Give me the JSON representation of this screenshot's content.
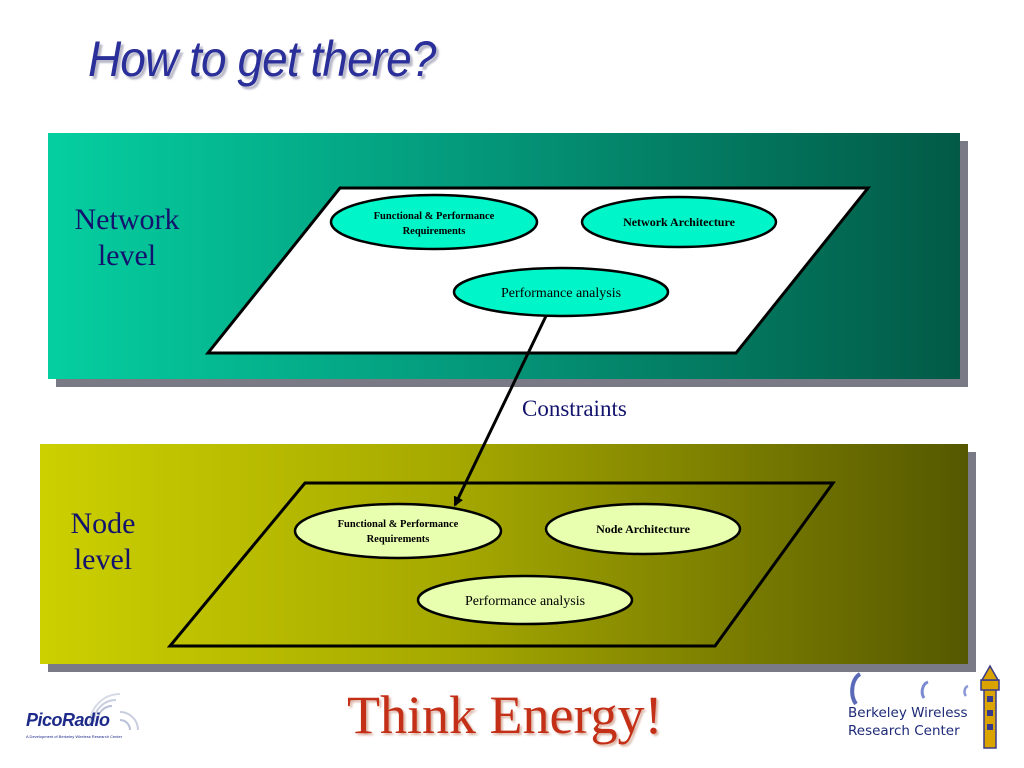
{
  "slide": {
    "title": "How to get there?",
    "footer": "Think Energy!"
  },
  "network": {
    "label_line1": "Network",
    "label_line2": "level",
    "node_functional_line1": "Functional & Performance",
    "node_functional_line2": "Requirements",
    "node_architecture": "Network Architecture",
    "node_performance": "Performance analysis"
  },
  "edge": {
    "label": "Constraints"
  },
  "node_level": {
    "label_line1": "Node",
    "label_line2": "level",
    "node_functional_line1": "Functional & Performance",
    "node_functional_line2": "Requirements",
    "node_architecture": "Node Architecture",
    "node_performance": "Performance analysis"
  },
  "logos": {
    "picoradio_name": "PicoRadio",
    "picoradio_tagline": "A Development of Berkeley Wireless Research Center",
    "bwrc_line1": "Berkeley Wireless",
    "bwrc_line2": "Research Center"
  },
  "colors": {
    "title": "#2b2f9a",
    "network_ellipse": "#00f5c8",
    "node_ellipse": "#e8ffb0",
    "footer": "#c33017"
  }
}
